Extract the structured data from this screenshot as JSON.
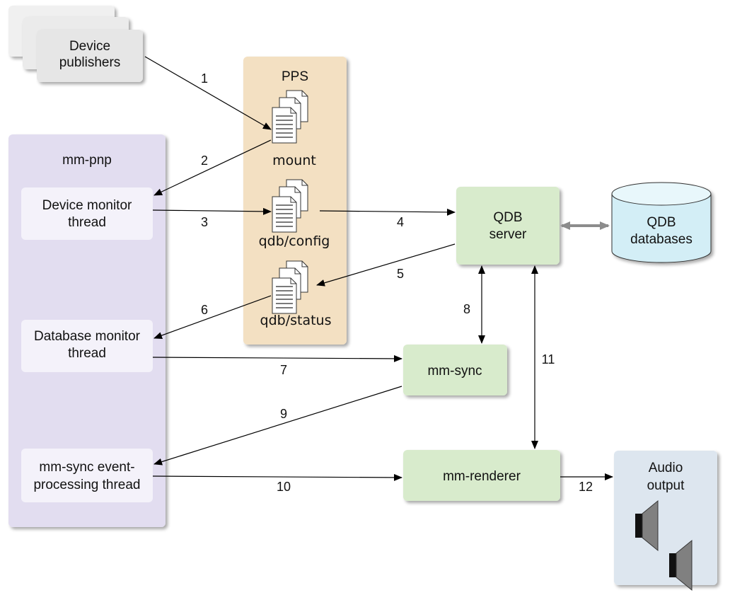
{
  "publishers": {
    "line1": "Device",
    "line2": "publishers"
  },
  "pps": {
    "title": "PPS",
    "mount": "mount",
    "config": "qdb/config",
    "status": "qdb/status"
  },
  "mm_pnp": {
    "title": "mm-pnp",
    "device_monitor": {
      "line1": "Device monitor",
      "line2": "thread"
    },
    "db_monitor": {
      "line1": "Database monitor",
      "line2": "thread"
    },
    "sync_event": {
      "line1": "mm-sync event-",
      "line2": "processing thread"
    }
  },
  "qdb_server": {
    "line1": "QDB",
    "line2": "server"
  },
  "qdb_databases": {
    "line1": "QDB",
    "line2": "databases"
  },
  "mm_sync": "mm-sync",
  "mm_renderer": "mm-renderer",
  "audio_output": {
    "line1": "Audio",
    "line2": "output"
  },
  "edge_labels": [
    "1",
    "2",
    "3",
    "4",
    "5",
    "6",
    "7",
    "8",
    "9",
    "10",
    "11",
    "12"
  ],
  "colors": {
    "pps_fill": "#f3e0c2",
    "pnp_fill": "#e2ddf0",
    "thread_fill": "#f4f2fa",
    "green_fill": "#d8ebcc",
    "publisher_fill": "#e6e6e6",
    "audio_fill": "#dde6ef",
    "db_fill": "#d3eef6",
    "bidir_gray": "#8c8c8c"
  },
  "icons": [
    "document-stack-icon",
    "database-cylinder-icon",
    "speaker-icon"
  ]
}
